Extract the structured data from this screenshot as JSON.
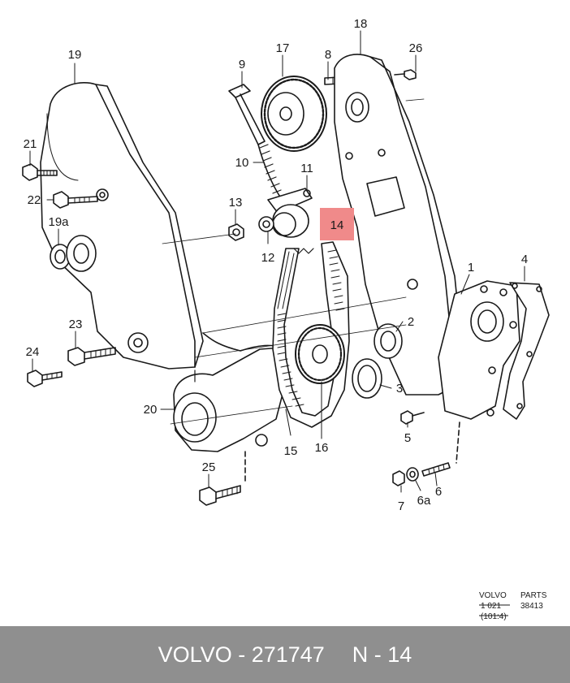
{
  "diagram": {
    "callouts": [
      "19",
      "21",
      "22",
      "19a",
      "23",
      "24",
      "20",
      "25",
      "9",
      "17",
      "10",
      "11",
      "13",
      "12",
      "14",
      "8",
      "18",
      "26",
      "1",
      "4",
      "2",
      "3",
      "15",
      "16",
      "5",
      "7",
      "6a",
      "6"
    ],
    "highlighted_callout": "14",
    "highlight_color": "#f08a8a",
    "stamp": {
      "line1_left": "VOLVO",
      "line1_right": "PARTS",
      "line2_left": "1 021",
      "line2_right": "38413",
      "line3": "(101:4)"
    }
  },
  "footer": {
    "brand": "VOLVO - 271747",
    "part": "N - 14",
    "background": "#8f8f8f"
  }
}
